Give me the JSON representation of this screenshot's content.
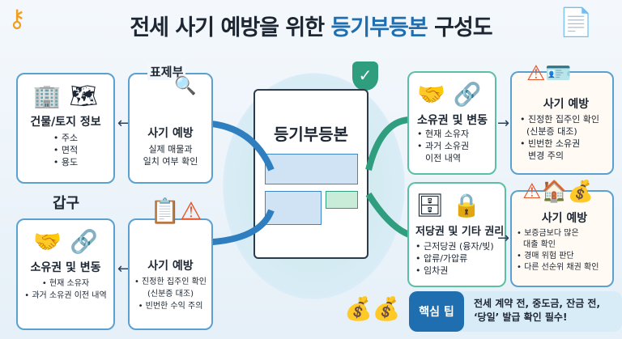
{
  "title": {
    "prefix": "전세 사기 예방을 위한 ",
    "highlight": "등기부등본",
    "suffix": " 구성도"
  },
  "center": {
    "label": "등기부등본"
  },
  "sections": {
    "left_bottom": "갑구",
    "top_label": "표제부"
  },
  "boxes": {
    "building": {
      "title": "건물/토지 정보",
      "items": [
        "• 주소",
        "• 면적",
        "• 용도"
      ]
    },
    "pyojebu_fraud": {
      "title": "사기 예방",
      "items": [
        "실제 매물과",
        "일치 여부 확인"
      ]
    },
    "gapgu_owner": {
      "title": "소유권 및 변동",
      "items": [
        "• 현재 소유자",
        "• 과거 소유권 이전 내역"
      ]
    },
    "gapgu_fraud": {
      "title": "사기 예방",
      "items": [
        "• 진정한 집주인 확인",
        "(신분증 대조)",
        "• 빈번한 수익 주의"
      ]
    },
    "right_owner": {
      "title": "소유권 및 변동",
      "items": [
        "• 현재 소유자",
        "• 과거 소유권",
        "이전 내역"
      ]
    },
    "right_owner_fraud": {
      "title": "사기 예방",
      "items": [
        "• 진정한 집주인 확인",
        "(신분증 대조)",
        "• 빈번한 소유권",
        "변경 주의"
      ]
    },
    "mortgage": {
      "title": "저당권 및 기타 권리",
      "items": [
        "• 근저당권 (융자/빚)",
        "• 압류/가압류",
        "• 임차권"
      ]
    },
    "mortgage_fraud": {
      "title": "사기 예방",
      "items": [
        "• 보증금보다 많은",
        "대출 확인",
        "• 경매 위험 판단",
        "• 다른 선순위 채권 확인"
      ]
    }
  },
  "tip": {
    "badge": "핵심 팁",
    "lines": [
      "전세 계약 전, 중도금, 잔금 전,",
      "‘당일’ 발급 확인 필수!"
    ]
  },
  "colors": {
    "blue": "#1f6fb0",
    "green": "#2e9e7e",
    "warning": "#e8542a"
  }
}
